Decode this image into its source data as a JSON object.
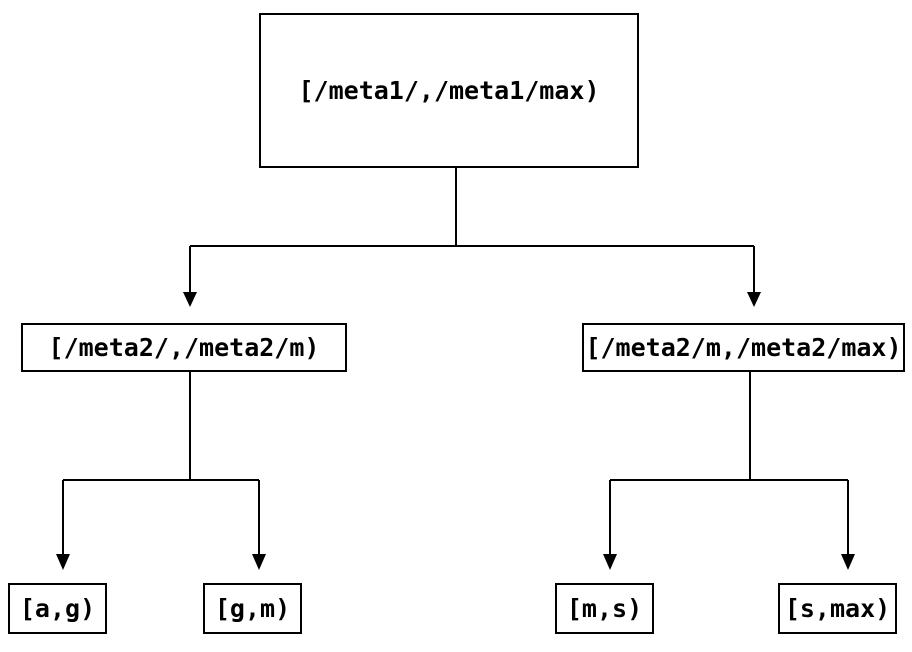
{
  "diagram": {
    "colors": {
      "background": "#ffffff",
      "line": "#000000",
      "box_border": "#000000",
      "text": "#000000"
    },
    "nodes": {
      "root": {
        "label": "[/meta1/,/meta1/max)"
      },
      "meta2_left": {
        "label": "[/meta2/,/meta2/m)"
      },
      "meta2_right": {
        "label": "[/meta2/m,/meta2/max)"
      },
      "leaf_ag": {
        "label": "[a,g)"
      },
      "leaf_gm": {
        "label": "[g,m)"
      },
      "leaf_ms": {
        "label": "[m,s)"
      },
      "leaf_smax": {
        "label": "[s,max)"
      }
    }
  }
}
